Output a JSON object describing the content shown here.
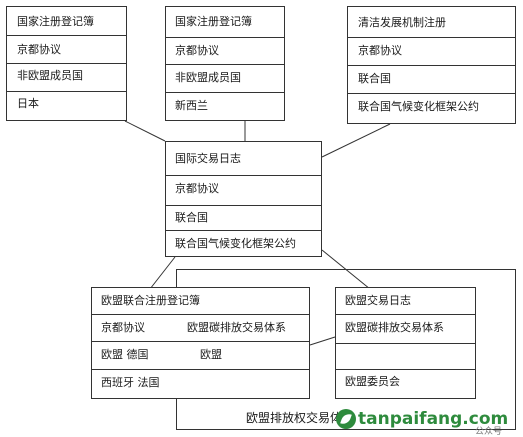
{
  "registries": {
    "national_registry_1": {
      "title": "国家注册登记簿",
      "rows": [
        "京都协议",
        "非欧盟成员国",
        "日本"
      ]
    },
    "national_registry_2": {
      "title": "国家注册登记簿",
      "rows": [
        "京都协议",
        "非欧盟成员国",
        "新西兰"
      ]
    },
    "cdm_registry": {
      "title": "清洁发展机制注册",
      "rows": [
        "京都协议",
        "联合国",
        "联合国气候变化框架公约"
      ]
    }
  },
  "itl": {
    "title": "国际交易日志",
    "rows": [
      "京都协议",
      "联合国",
      "联合国气候变化框架公约"
    ]
  },
  "eu_registry": {
    "title": "欧盟联合注册登记簿",
    "left_col": [
      "京都协议",
      "欧盟 德国",
      "西班牙 法国"
    ],
    "right_col": [
      "欧盟碳排放交易体系",
      "欧盟"
    ]
  },
  "eutl": {
    "title": "欧盟交易日志",
    "rows": [
      "欧盟碳排放交易体系",
      "",
      "欧盟委员会"
    ]
  },
  "eu_ets_label": "欧盟排放权交易体系",
  "watermark": {
    "text": "tanpaifang.com",
    "small": "公众号"
  },
  "colors": {
    "line": "#333333",
    "watermark": "#2e8b3d"
  }
}
